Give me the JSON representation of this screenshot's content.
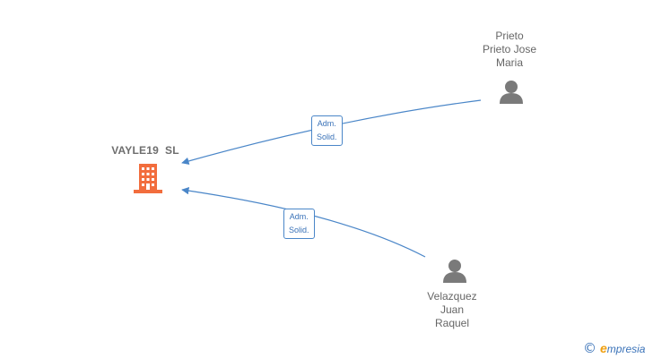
{
  "company": {
    "name": "VAYLE19  SL",
    "icon": "building-icon",
    "color": "#f26d3d"
  },
  "persons": [
    {
      "icon": "person-icon",
      "name_lines": [
        "Prieto",
        "Prieto Jose",
        "Maria"
      ]
    },
    {
      "icon": "person-icon",
      "name_lines": [
        "Velazquez",
        "Juan",
        "Raquel"
      ]
    }
  ],
  "relations": [
    {
      "from": "Prieto Prieto Jose Maria",
      "to": "VAYLE19  SL",
      "label_lines": [
        "Adm.",
        "Solid."
      ]
    },
    {
      "from": "Velazquez Juan Raquel",
      "to": "VAYLE19  SL",
      "label_lines": [
        "Adm.",
        "Solid."
      ]
    }
  ],
  "footer": {
    "copyright_symbol": "©",
    "brand_initial": "e",
    "brand_rest": "mpresia"
  },
  "colors": {
    "edge": "#4a86c8",
    "person_icon": "#7a7a7a",
    "company_icon": "#f26d3d",
    "text": "#666666"
  }
}
